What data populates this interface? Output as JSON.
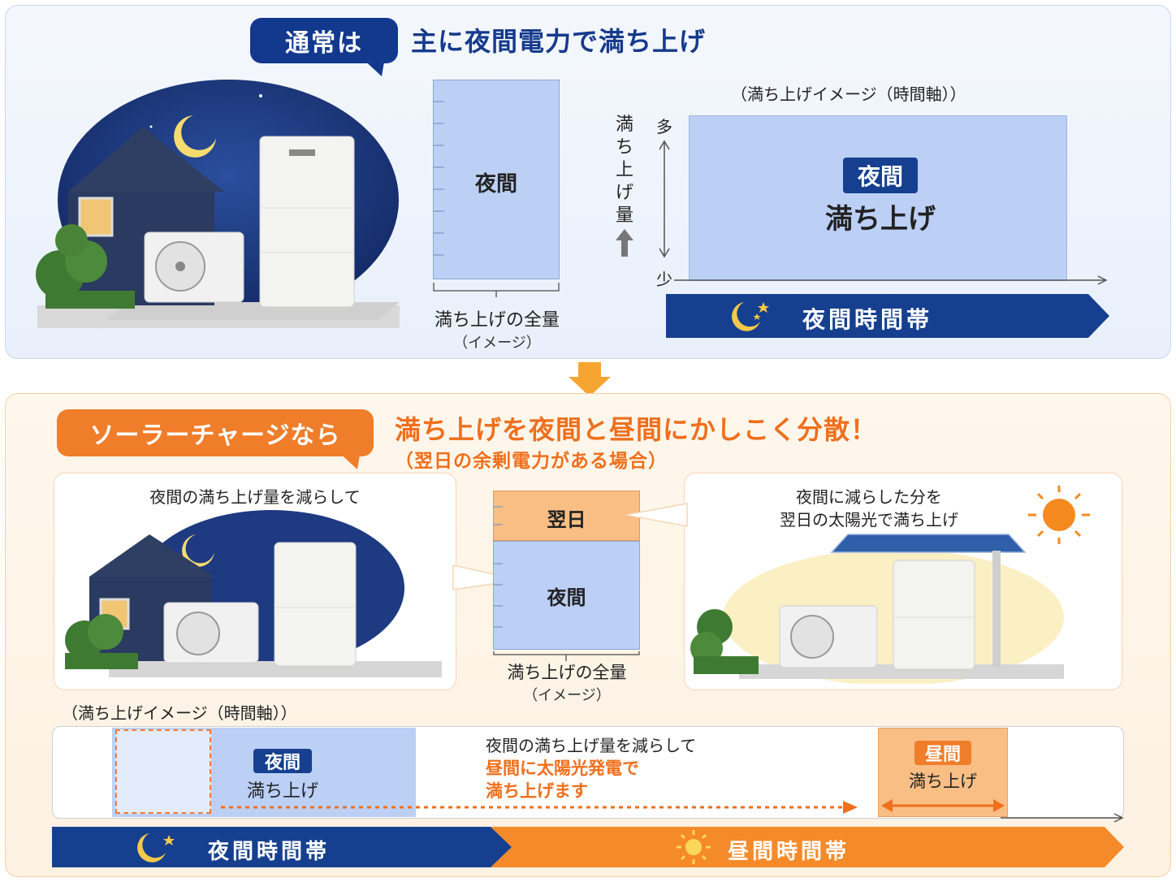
{
  "top": {
    "bubble": "通常は",
    "heading": "主に夜間電力で満ち上げ",
    "bar_label": "夜間",
    "total_label": "満ち上げの全量",
    "total_sub": "（イメージ）",
    "timeline_caption": "（満ち上げイメージ（時間軸））",
    "y_axis_label": "満ち上げ量",
    "y_more": "多",
    "y_less": "少",
    "box_tag": "夜間",
    "box_text": "満ち上げ",
    "band_label": "夜間時間帯"
  },
  "bottom": {
    "bubble": "ソーラーチャージなら",
    "heading": "満ち上げを夜間と昼間にかしこく分散！",
    "subheading": "（翌日の余剰電力がある場合）",
    "left_card_caption": "夜間の満ち上げ量を減らして",
    "right_card_caption_1": "夜間に減らした分を",
    "right_card_caption_2": "翌日の太陽光で満ち上げ",
    "stack_top": "翌日",
    "stack_bottom": "夜間",
    "total_label": "満ち上げの全量",
    "total_sub": "（イメージ）",
    "timeline_caption": "（満ち上げイメージ（時間軸））",
    "night_tag": "夜間",
    "night_text": "満ち上げ",
    "note_line1": "夜間の満ち上げ量を減らして",
    "note_line2": "昼間に太陽光発電で",
    "note_line3": "満ち上げます",
    "day_tag": "昼間",
    "day_text": "満ち上げ",
    "band_night": "夜間時間帯",
    "band_day": "昼間時間帯"
  },
  "colors": {
    "navy": "#16408f",
    "orange": "#f07d2a",
    "bar_blue": "#bcd0f6",
    "bar_orange": "#f8be84"
  }
}
